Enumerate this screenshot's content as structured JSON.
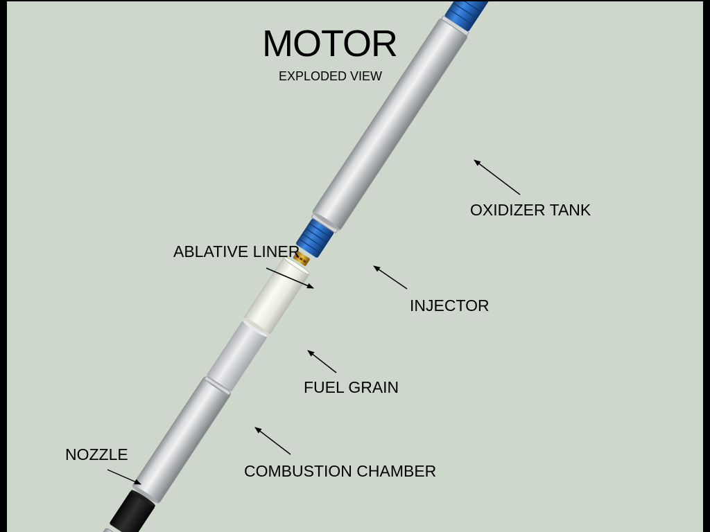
{
  "title": "MOTOR",
  "subtitle": "EXPLODED VIEW",
  "labels": {
    "oxidizer_tank": "OXIDIZER TANK",
    "ablative_liner": "ABLATIVE LINER",
    "injector": "INJECTOR",
    "fuel_grain": "FUEL GRAIN",
    "combustion_chamber": "COMBUSTION CHAMBER",
    "nozzle": "NOZZLE"
  },
  "colors": {
    "background": "#cdd7cc",
    "frame": "#000000",
    "cap_blue": "#2c6fc4",
    "tube_silver": "#b9bcbf",
    "liner_white": "#eeeee4",
    "grain_light": "#dcdde0",
    "nozzle_black": "#141414",
    "injector_gold": "#d9a52a"
  }
}
